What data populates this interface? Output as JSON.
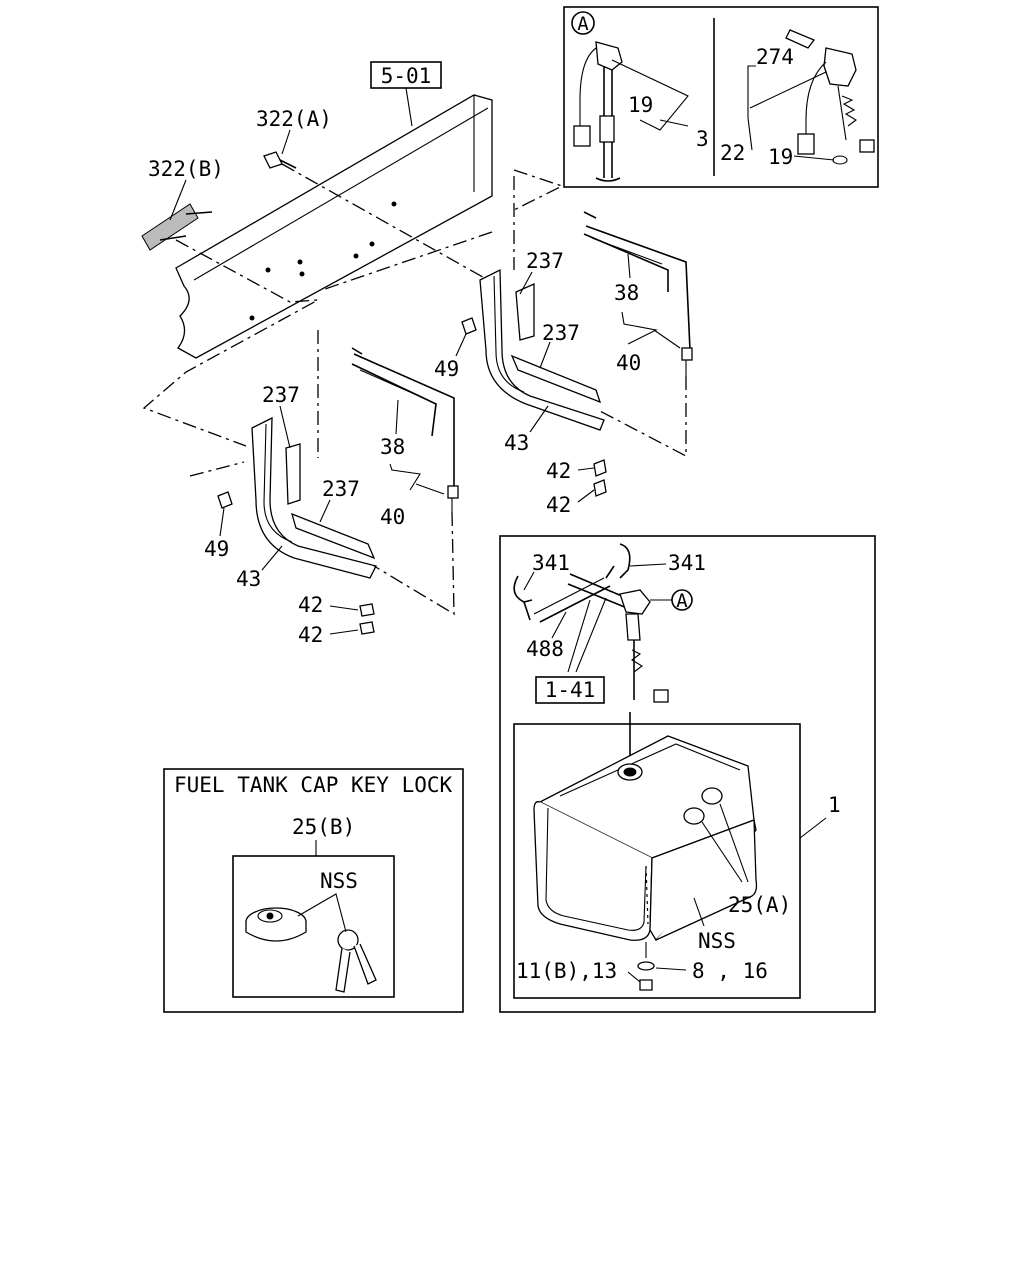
{
  "diagram": {
    "refs": {
      "frame_ref": "5-01",
      "wiring_ref": "1-41"
    },
    "labels": {
      "bolt_a": "322(A)",
      "bolt_b": "322(B)",
      "strap_pad_237a": "237",
      "strap_pad_237b": "237",
      "strap_pad_237c": "237",
      "strap_pad_237d": "237",
      "strap_38_right": "38",
      "strap_38_left": "38",
      "strap_40_right": "40",
      "strap_40_left": "40",
      "bracket_43_right": "43",
      "bracket_43_left": "43",
      "nut_49_right": "49",
      "nut_49_left": "49",
      "nut_42_r1": "42",
      "nut_42_r2": "42",
      "nut_42_l1": "42",
      "nut_42_l2": "42",
      "tank": "1",
      "cap_25a": "25(A)",
      "nss_tank": "NSS",
      "drain_plug": "11(B),13",
      "washer": "8 , 16",
      "clip_341_left": "341",
      "clip_341_right": "341",
      "hose_488": "488",
      "circle_a_tank": "A"
    },
    "inset_a": {
      "marker": "A",
      "label_19_top": "19",
      "label_3": "3",
      "label_274": "274",
      "label_22": "22",
      "label_19_bottom": "19"
    },
    "key_lock": {
      "title": "FUEL TANK CAP KEY LOCK",
      "part": "25(B)",
      "nss": "NSS"
    }
  }
}
